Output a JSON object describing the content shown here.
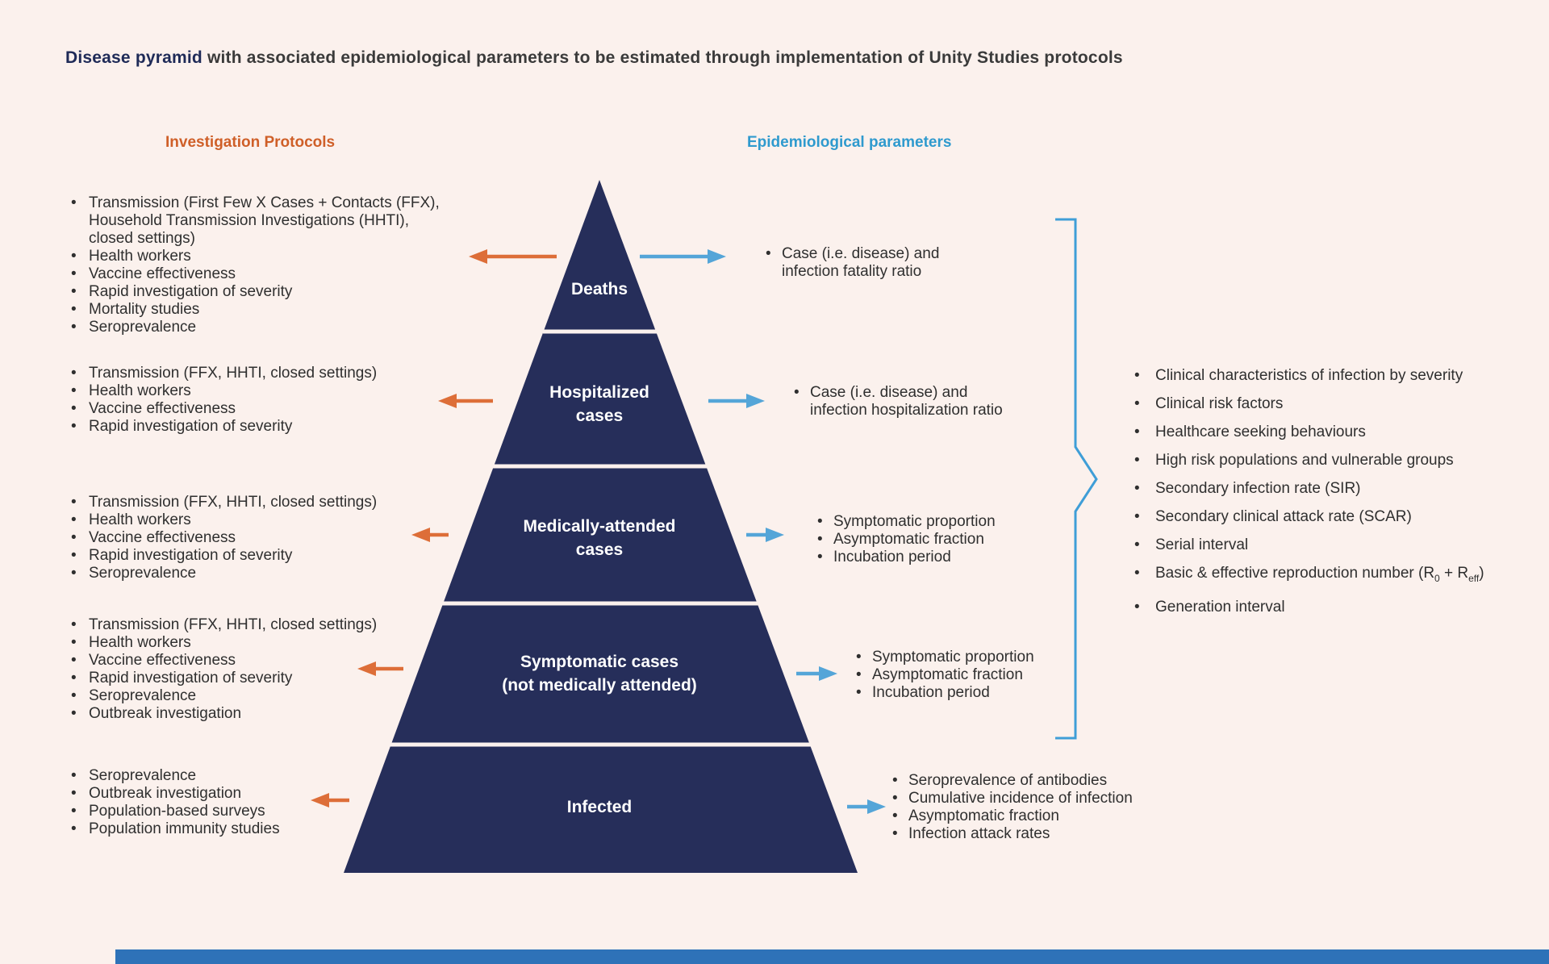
{
  "title": {
    "highlight": "Disease pyramid",
    "rest": " with associated epidemiological parameters to be estimated through implementation of Unity Studies protocols"
  },
  "headers": {
    "left": "Investigation Protocols",
    "right": "Epidemiological parameters"
  },
  "colors": {
    "background": "#fbf1ed",
    "pyramid_navy": "#262e5a",
    "title_navy": "#1e2a57",
    "orange_accent": "#dd6e38",
    "orange_heading": "#cf5f28",
    "blue_accent": "#54a5d8",
    "blue_heading": "#2f9ace",
    "footer_bar_blue": "#2e72b8",
    "label_text": "#ffffff",
    "body_text": "#2f2f2f"
  },
  "pyramid": {
    "levels": [
      {
        "label": "Deaths"
      },
      {
        "label": "Hospitalized\ncases"
      },
      {
        "label": "Medically-attended\ncases"
      },
      {
        "label": "Symptomatic cases\n(not medically attended)"
      },
      {
        "label": "Infected"
      }
    ]
  },
  "investigation_protocols": {
    "deaths": [
      "Transmission (First Few X Cases + Contacts (FFX),\nHousehold Transmission Investigations (HHTI),\nclosed settings)",
      "Health workers",
      "Vaccine effectiveness",
      "Rapid investigation of severity",
      "Mortality studies",
      "Seroprevalence"
    ],
    "hospitalized": [
      "Transmission (FFX, HHTI, closed settings)",
      "Health workers",
      "Vaccine effectiveness",
      "Rapid investigation of severity"
    ],
    "medically_attended": [
      "Transmission (FFX, HHTI, closed settings)",
      "Health workers",
      "Vaccine effectiveness",
      "Rapid investigation of severity",
      "Seroprevalence"
    ],
    "symptomatic": [
      "Transmission (FFX, HHTI, closed settings)",
      "Health workers",
      "Vaccine effectiveness",
      "Rapid investigation of severity",
      "Seroprevalence",
      "Outbreak investigation"
    ],
    "infected": [
      "Seroprevalence",
      "Outbreak investigation",
      "Population-based surveys",
      "Population immunity studies"
    ]
  },
  "epidemiological_parameters": {
    "deaths": [
      "Case (i.e. disease) and\ninfection fatality ratio"
    ],
    "hospitalized": [
      "Case (i.e. disease) and\ninfection hospitalization ratio"
    ],
    "medically_attended": [
      "Symptomatic proportion",
      "Asymptomatic fraction",
      "Incubation period"
    ],
    "symptomatic": [
      "Symptomatic proportion",
      "Asymptomatic fraction",
      "Incubation period"
    ],
    "infected": [
      "Seroprevalence of antibodies",
      "Cumulative incidence of infection",
      "Asymptomatic fraction",
      "Infection attack rates"
    ]
  },
  "general_parameters": [
    "Clinical characteristics of infection by severity",
    "Clinical risk factors",
    "Healthcare seeking behaviours",
    "High risk populations and vulnerable groups",
    "Secondary infection rate (SIR)",
    "Secondary clinical attack rate (SCAR)",
    "Serial interval",
    "Basic &amp; effective reproduction number (R<sub>0</sub> + R<sub>eff</sub>)",
    "Generation interval"
  ]
}
